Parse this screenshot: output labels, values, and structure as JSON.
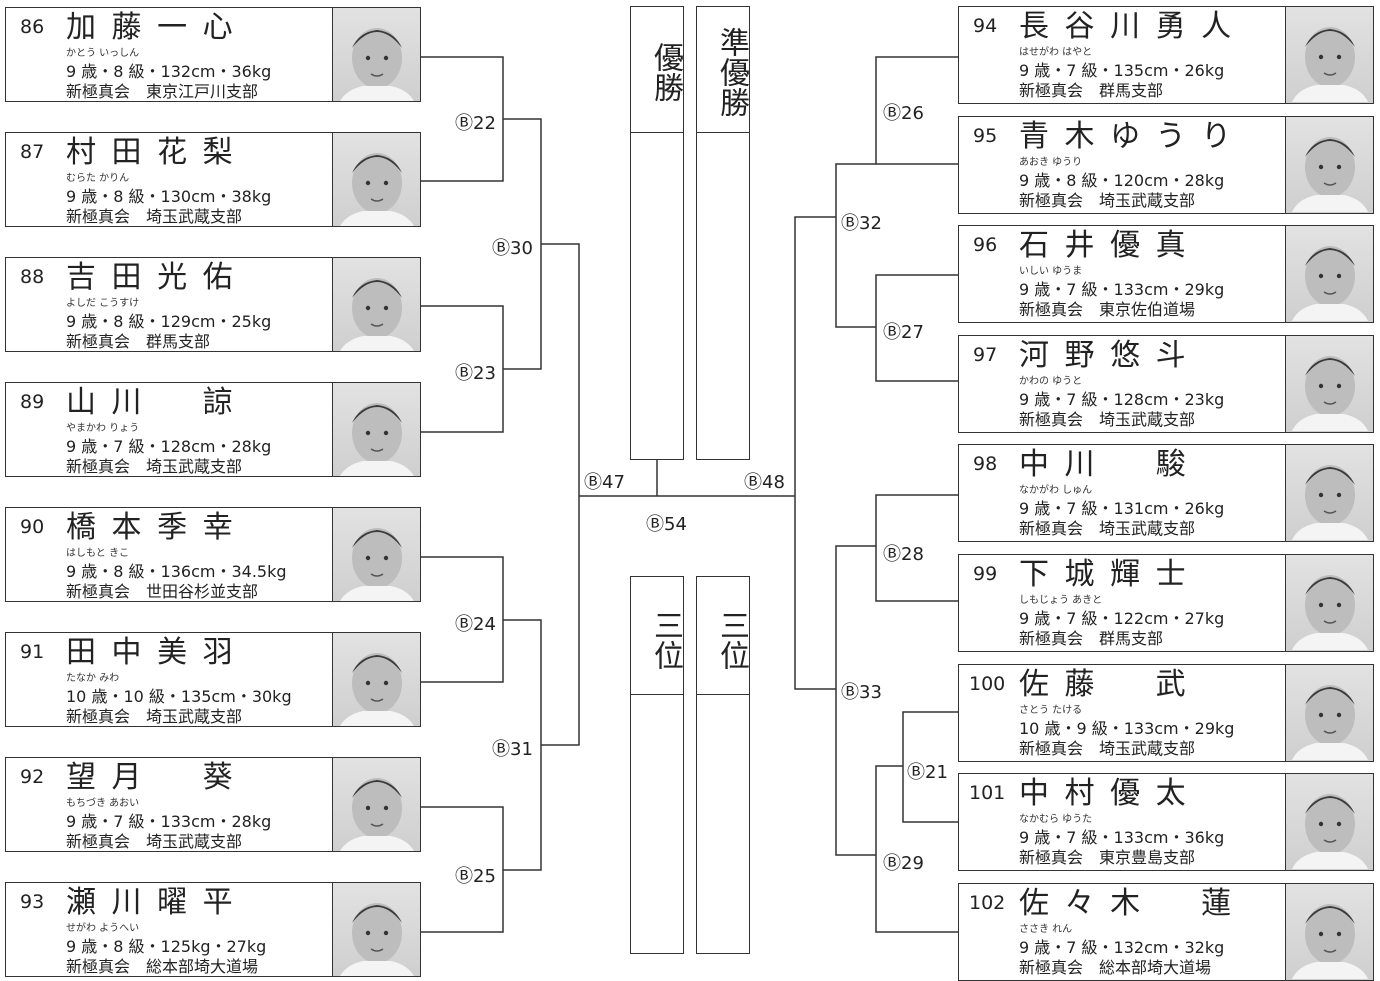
{
  "left": [
    {
      "num": "86",
      "name": "加 藤 一 心",
      "kana": "かとう いっしん",
      "stats": "9 歳・8 級・132cm・36kg",
      "club": "新極真会　東京江戸川支部"
    },
    {
      "num": "87",
      "name": "村 田 花 梨",
      "kana": "むらた かりん",
      "stats": "9 歳・8 級・130cm・38kg",
      "club": "新極真会　埼玉武蔵支部"
    },
    {
      "num": "88",
      "name": "吉 田 光 佑",
      "kana": "よしだ こうすけ",
      "stats": "9 歳・8 級・129cm・25kg",
      "club": "新極真会　群馬支部"
    },
    {
      "num": "89",
      "name": "山 川 　 諒",
      "kana": "やまかわ りょう",
      "stats": "9 歳・7 級・128cm・28kg",
      "club": "新極真会　埼玉武蔵支部"
    },
    {
      "num": "90",
      "name": "橋 本 季 幸",
      "kana": "はしもと きこ",
      "stats": "9 歳・8 級・136cm・34.5kg",
      "club": "新極真会　世田谷杉並支部"
    },
    {
      "num": "91",
      "name": "田 中 美 羽",
      "kana": "たなか みわ",
      "stats": "10 歳・10 級・135cm・30kg",
      "club": "新極真会　埼玉武蔵支部"
    },
    {
      "num": "92",
      "name": "望 月 　 葵",
      "kana": "もちづき あおい",
      "stats": "9 歳・7 級・133cm・28kg",
      "club": "新極真会　埼玉武蔵支部"
    },
    {
      "num": "93",
      "name": "瀬 川 曜 平",
      "kana": "せがわ ようへい",
      "stats": "9 歳・8 級・125kg・27kg",
      "club": "新極真会　総本部埼大道場"
    }
  ],
  "right": [
    {
      "num": "94",
      "name": "長 谷 川 勇 人",
      "kana": "はせがわ はやと",
      "stats": "9 歳・7 級・135cm・26kg",
      "club": "新極真会　群馬支部"
    },
    {
      "num": "95",
      "name": "青 木 ゆ う り",
      "kana": "あおき ゆうり",
      "stats": "9 歳・8 級・120cm・28kg",
      "club": "新極真会　埼玉武蔵支部"
    },
    {
      "num": "96",
      "name": "石 井 優 真",
      "kana": "いしい ゆうま",
      "stats": "9 歳・7 級・133cm・29kg",
      "club": "新極真会　東京佐伯道場"
    },
    {
      "num": "97",
      "name": "河 野 悠 斗",
      "kana": "かわの ゆうと",
      "stats": "9 歳・7 級・128cm・23kg",
      "club": "新極真会　埼玉武蔵支部"
    },
    {
      "num": "98",
      "name": "中 川 　 駿",
      "kana": "なかがわ しゅん",
      "stats": "9 歳・7 級・131cm・26kg",
      "club": "新極真会　埼玉武蔵支部"
    },
    {
      "num": "99",
      "name": "下 城 輝 士",
      "kana": "しもじょう あきと",
      "stats": "9 歳・7 級・122cm・27kg",
      "club": "新極真会　群馬支部"
    },
    {
      "num": "100",
      "name": "佐 藤 　 武",
      "kana": "さとう たける",
      "stats": "10 歳・9 級・133cm・29kg",
      "club": "新極真会　埼玉武蔵支部"
    },
    {
      "num": "101",
      "name": "中 村 優 太",
      "kana": "なかむら ゆうた",
      "stats": "9 歳・7 級・133cm・36kg",
      "club": "新極真会　東京豊島支部"
    },
    {
      "num": "102",
      "name": "佐 々 木 　 蓮",
      "kana": "ささき れん",
      "stats": "9 歳・7 級・132cm・32kg",
      "club": "新極真会　総本部埼大道場"
    }
  ],
  "bouts": {
    "b22": "Ⓑ22",
    "b23": "Ⓑ23",
    "b24": "Ⓑ24",
    "b25": "Ⓑ25",
    "b30": "Ⓑ30",
    "b31": "Ⓑ31",
    "b47": "Ⓑ47",
    "b26": "Ⓑ26",
    "b27": "Ⓑ27",
    "b28": "Ⓑ28",
    "b21": "Ⓑ21",
    "b29": "Ⓑ29",
    "b32": "Ⓑ32",
    "b33": "Ⓑ33",
    "b48": "Ⓑ48",
    "b54": "Ⓑ54"
  },
  "results": {
    "champion": "優勝",
    "runner_up": "準優勝",
    "third_a": "三位",
    "third_b": "三位"
  }
}
